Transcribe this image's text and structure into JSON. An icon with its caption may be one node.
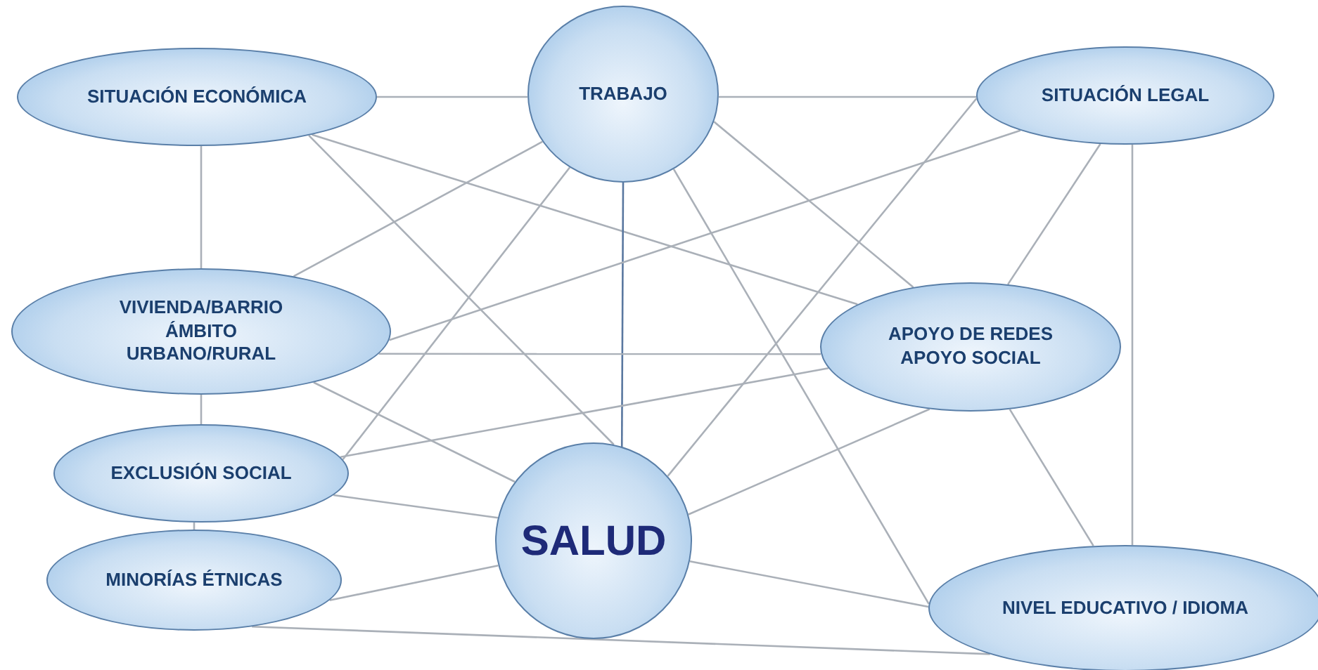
{
  "diagram": {
    "nodes": [
      {
        "text": [
          "SITUACIÓN ECONÓMICA"
        ]
      },
      {
        "text": [
          "TRABAJO"
        ]
      },
      {
        "text": [
          "SITUACIÓN LEGAL"
        ]
      },
      {
        "text": [
          "VIVIENDA/BARRIO ÁMBITO URBANO/RURAL"
        ]
      },
      {
        "text": [
          "APOYO DE REDES APOYO SOCIAL"
        ]
      },
      {
        "text": [
          "EXCLUSIÓN SOCIAL"
        ]
      },
      {
        "text": [
          "SALUD"
        ]
      },
      {
        "text": [
          "MINORÍAS ÉTNICAS"
        ]
      },
      {
        "text": [
          "NIVEL EDUCATIVO / IDIOMA"
        ]
      }
    ],
    "edges": [
      {
        "from": 0,
        "to": 1,
        "arrow": "none"
      },
      {
        "from": 1,
        "to": 2,
        "arrow": "none"
      },
      {
        "from": 0,
        "to": 3,
        "arrow": "none"
      },
      {
        "from": 0,
        "to": 4,
        "arrow": "none"
      },
      {
        "from": 0,
        "to": 6,
        "arrow": "none"
      },
      {
        "from": 1,
        "to": 3,
        "arrow": "none"
      },
      {
        "from": 1,
        "to": 5,
        "arrow": "none"
      },
      {
        "from": 1,
        "to": 6,
        "arrow": "none"
      },
      {
        "from": 1,
        "to": 4,
        "arrow": "none"
      },
      {
        "from": 1,
        "to": 8,
        "arrow": "none"
      },
      {
        "from": 2,
        "to": 6,
        "arrow": "none"
      },
      {
        "from": 2,
        "to": 3,
        "arrow": "none"
      },
      {
        "from": 2,
        "to": 4,
        "arrow": "none"
      },
      {
        "from": 2,
        "to": 8,
        "arrow": "none"
      },
      {
        "from": 3,
        "to": 4,
        "arrow": "none"
      },
      {
        "from": 3,
        "to": 6,
        "arrow": "none"
      },
      {
        "from": 3,
        "to": 5,
        "arrow": "none"
      },
      {
        "from": 5,
        "to": 4,
        "arrow": "none"
      },
      {
        "from": 5,
        "to": 6,
        "arrow": "none"
      },
      {
        "from": 5,
        "to": 7,
        "arrow": "none"
      },
      {
        "from": 7,
        "to": 6,
        "arrow": "none"
      },
      {
        "from": 7,
        "to": 8,
        "arrow": "none"
      },
      {
        "from": 6,
        "to": 4,
        "arrow": "none"
      },
      {
        "from": 6,
        "to": 8,
        "arrow": "none"
      },
      {
        "from": 4,
        "to": 8,
        "arrow": "none"
      }
    ]
  }
}
